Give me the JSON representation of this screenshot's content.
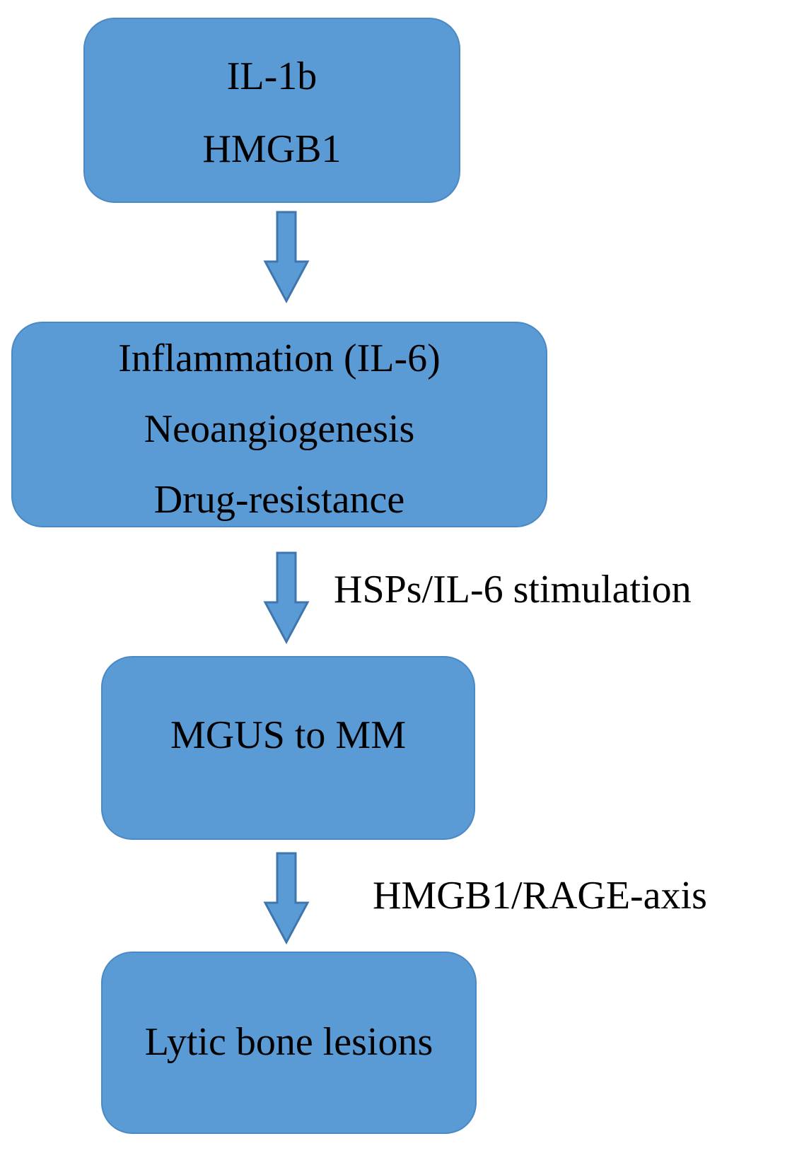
{
  "nodes": [
    {
      "lines": [
        "IL-1b",
        "HMGB1"
      ]
    },
    {
      "lines": [
        "Inflammation (IL-6)",
        "Neoangiogenesis",
        "Drug-resistance"
      ]
    },
    {
      "lines": [
        "MGUS to MM"
      ]
    },
    {
      "lines": [
        "Lytic bone lesions"
      ]
    }
  ],
  "edges": [
    {
      "from": "IL-1b / HMGB1",
      "to": "Inflammation (IL-6) / Neoangiogenesis / Drug-resistance",
      "label": ""
    },
    {
      "from": "Inflammation (IL-6) / Neoangiogenesis / Drug-resistance",
      "to": "MGUS to MM",
      "label": "HSPs/IL-6 stimulation"
    },
    {
      "from": "MGUS to MM",
      "to": "Lytic bone lesions",
      "label": "HMGB1/RAGE-axis"
    }
  ],
  "colors": {
    "box_fill": "#5b9bd5",
    "box_border": "#4a89c4",
    "arrow_fill": "#5b9bd5",
    "arrow_stroke": "#3f76ad",
    "text": "#000000"
  }
}
